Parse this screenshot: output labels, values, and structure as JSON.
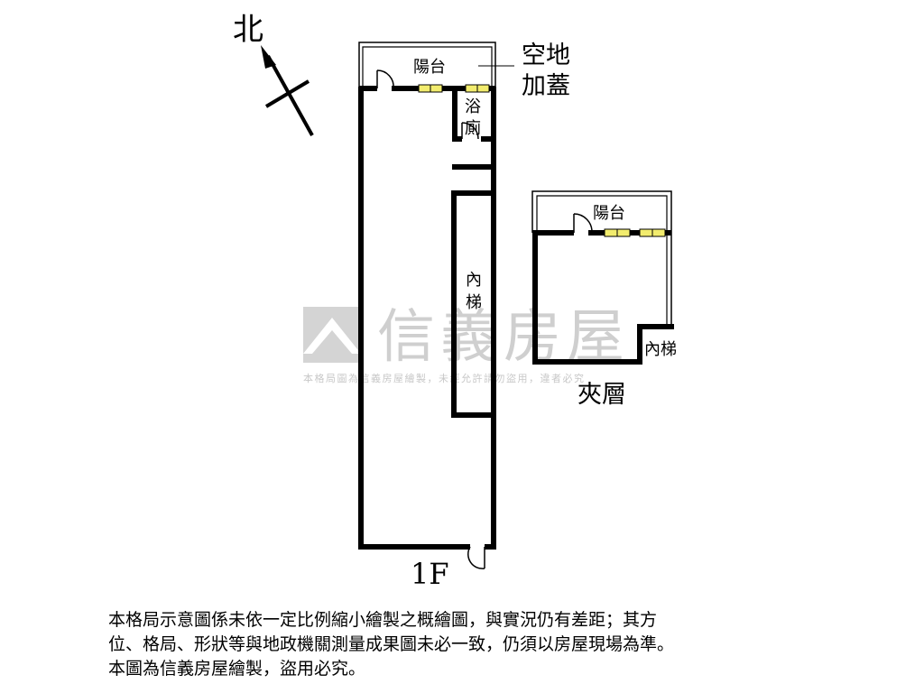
{
  "compass": {
    "north_label": "北"
  },
  "floor_1f": {
    "balcony_label": "陽台",
    "bath_label_1": "浴",
    "bath_label_2": "廁",
    "stair_label_1": "內",
    "stair_label_2": "梯",
    "floor_label": "1F",
    "annotation_line_1": "空地",
    "annotation_line_2": "加蓋"
  },
  "mezzanine": {
    "balcony_label": "陽台",
    "stair_label": "內梯",
    "floor_label": "夾層"
  },
  "watermark": {
    "brand": "信義房屋",
    "notice": "本格局圖為信義房屋繪製，未經允許請勿盜用，違者必究"
  },
  "disclaimer": {
    "line_1": "本格局示意圖係未依一定比例縮小繪製之概繪圖，與實況仍有差距；其方",
    "line_2": "位、格局、形狀等與地政機關測量成果圖未必一致，仍須以房屋現場為準。",
    "line_3": "本圖為信義房屋繪製，盜用必究。"
  },
  "colors": {
    "wall": "#000000",
    "window_fill": "#f2ec6e",
    "watermark": "#cfcfcf"
  }
}
